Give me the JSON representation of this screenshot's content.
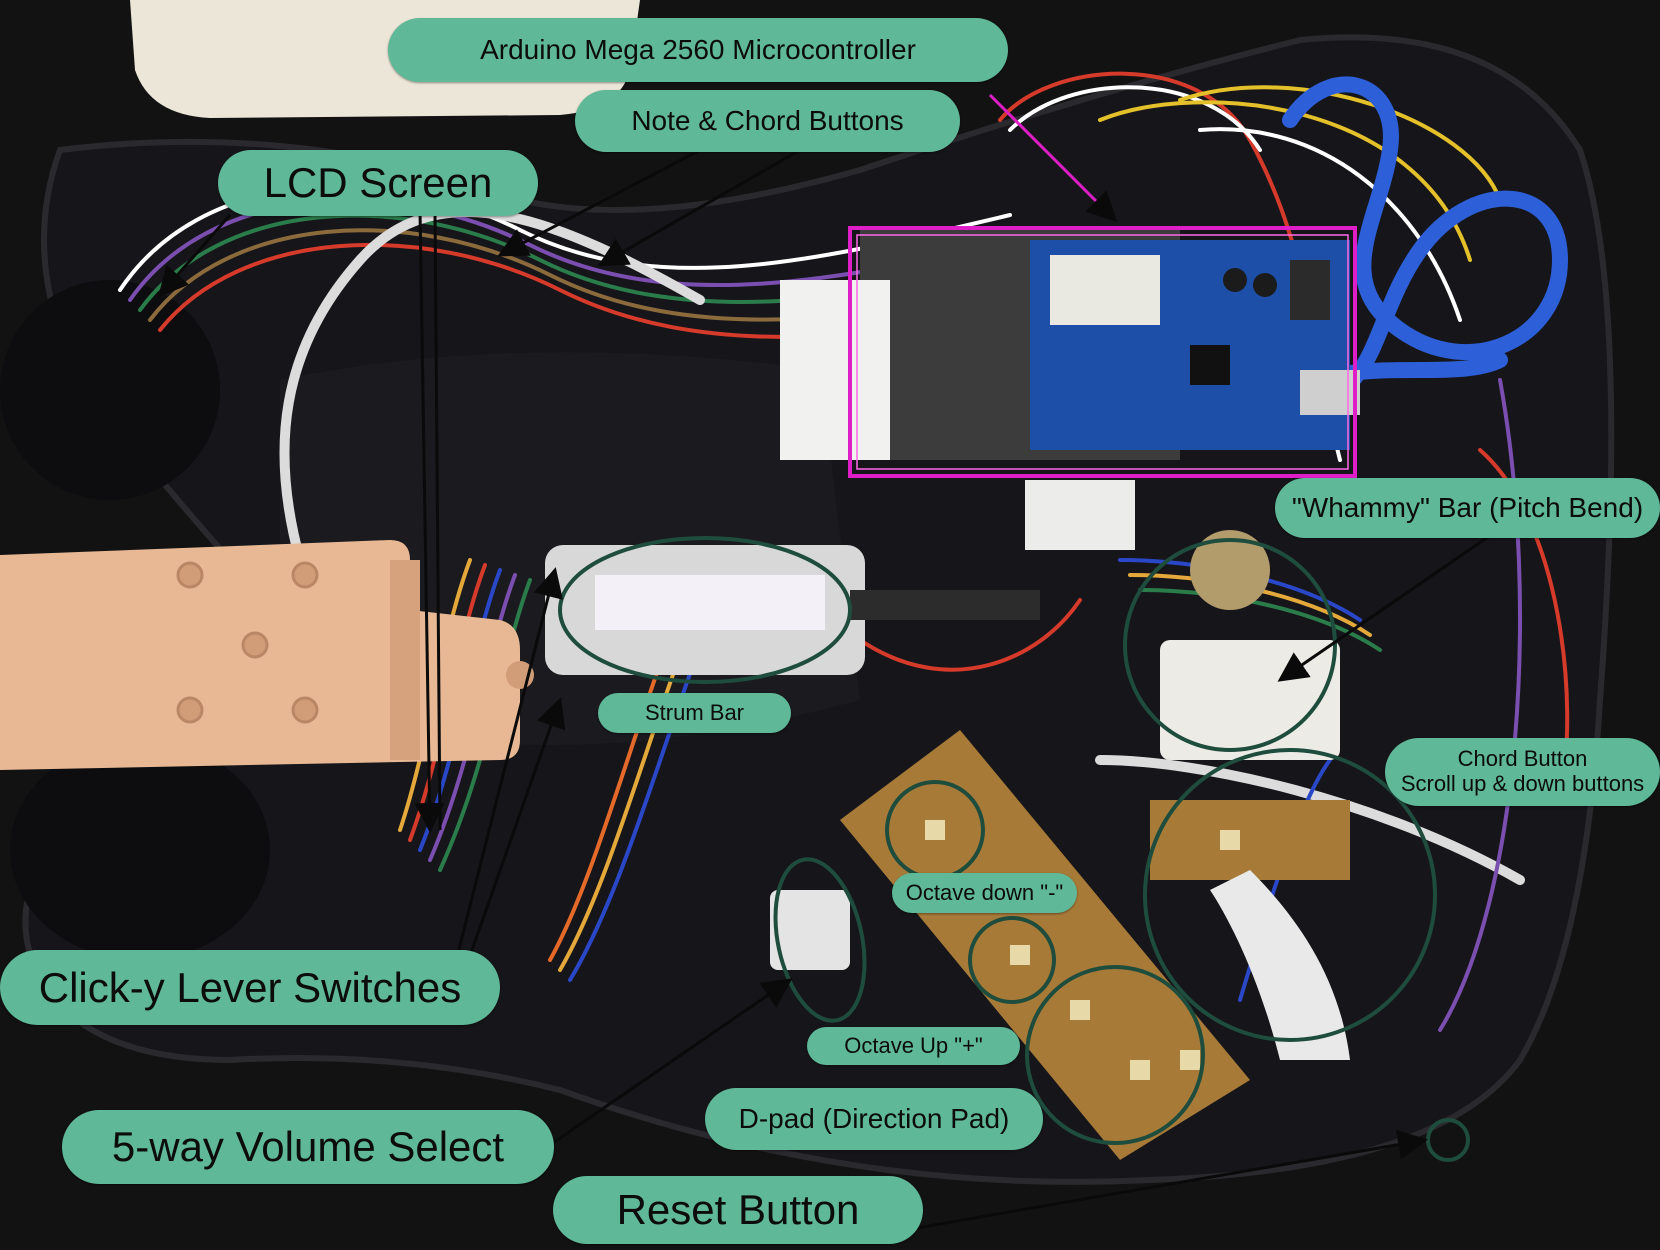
{
  "labels": {
    "arduino": "Arduino Mega 2560 Microcontroller",
    "note_chord": "Note & Chord Buttons",
    "lcd": "LCD Screen",
    "whammy": "\"Whammy\" Bar (Pitch Bend)",
    "strum": "Strum Bar",
    "chord_scroll_line1": "Chord Button",
    "chord_scroll_line2": "Scroll up & down buttons",
    "octave_down": "Octave down \"-\"",
    "lever": "Click-y Lever Switches",
    "octave_up": "Octave Up \"+\"",
    "dpad": "D-pad (Direction Pad)",
    "volume": "5-way Volume Select",
    "reset": "Reset Button"
  },
  "colors": {
    "label_bg": "#5fb898",
    "callout_line": "#1f4d3d",
    "highlight_box": "#e01ec8",
    "guitar_body": "#151518",
    "neck": "#e8b894",
    "circuit_board": "#a87a38",
    "arduino_board": "#1e4fa8"
  }
}
